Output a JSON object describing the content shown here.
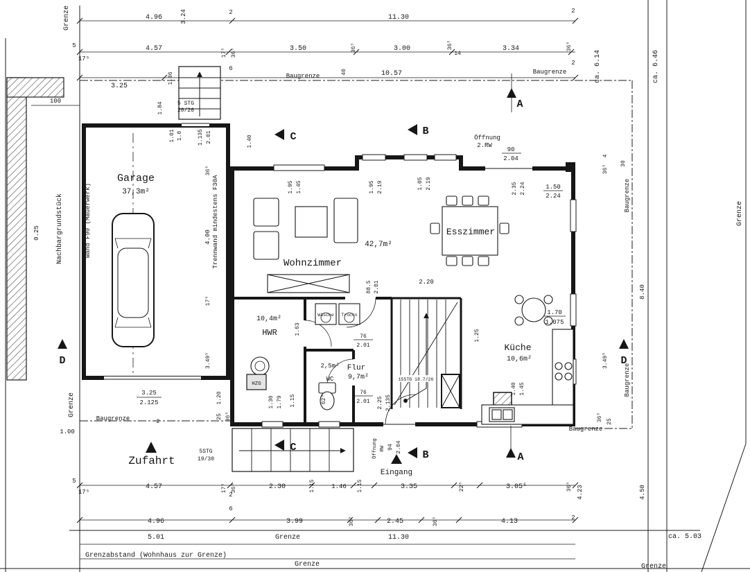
{
  "site": {
    "grenze": "Grenze",
    "baugrenze": "Baugrenze",
    "nachbargrundstueck": "Nachbargrundstück",
    "zufahrt": "Zufahrt",
    "eingang": "Eingang",
    "grenzabstand": "Grenzabstand (Wohnhaus zur Grenze)",
    "ca_6_14": "ca. 6.14",
    "ca_6_46": "ca. 6.46",
    "ca_5_03": "ca. 5.03"
  },
  "rooms": {
    "garage": {
      "name": "Garage",
      "area": "37,3m²"
    },
    "wohnzimmer": {
      "name": "Wohnzimmer",
      "area": "42,7m²"
    },
    "esszimmer": {
      "name": "Esszimmer"
    },
    "kueche": {
      "name": "Küche",
      "area": "10,6m²"
    },
    "hwr": {
      "name": "HWR",
      "area": "10,4m²"
    },
    "flur": {
      "name": "Flur",
      "area": "9,7m²"
    },
    "wc": {
      "name": "WC",
      "area": "2,5m²"
    }
  },
  "walls": {
    "wand_f90": "Wand F90 (Mauerwerk)",
    "trennwand": "Trennwand mindestens F30A"
  },
  "stairs": {
    "garage1": "5 STG",
    "garage2": "20/26",
    "zufahrt1": "5STG",
    "zufahrt2": "19/30",
    "innen": "15STG 18.7/26"
  },
  "openings": {
    "oeffnung": "Öffnung",
    "rw2": "2.RW",
    "w": "90",
    "h": "2.04",
    "rw": "RW"
  },
  "equipment": {
    "waesche": "Wäsche",
    "trockner": "Trockn",
    "hzg": "HZG"
  },
  "sections": {
    "a": "A",
    "b": "B",
    "c": "C",
    "d": "D"
  },
  "dims": {
    "top1": [
      "4.96",
      "3.24",
      "2",
      "11.30",
      "2"
    ],
    "top2": [
      "5",
      "17⁵",
      "4.57",
      "17⁵",
      "36⁵",
      "6",
      "3.50",
      "36⁵",
      "40",
      "3.00",
      "36⁵",
      "14",
      "3.34",
      "36⁵",
      "2"
    ],
    "top3": [
      "3.25",
      "10.57"
    ],
    "left": [
      "100",
      "1.84",
      "1.06",
      "1.01",
      "1.0",
      "1.135",
      "2.01",
      "1.40",
      "0.25",
      "3.25",
      "2.125",
      "1.00",
      "1.20",
      "25",
      "36⁵",
      "2"
    ],
    "garage": [
      "36⁵",
      "4.00",
      "17⁵",
      "3.49⁵"
    ],
    "right": [
      "4",
      "36⁵",
      "30",
      "8.40",
      "3.49⁵",
      "36⁵",
      "25",
      "4.23",
      "4.50"
    ],
    "inner_top": [
      "1.95",
      "1.45",
      "1.95",
      "2.19",
      "1.05",
      "2.19",
      "2.35",
      "2.24",
      "1.50",
      "2.24"
    ],
    "inner_mid": [
      "2.20",
      "88.5",
      "2.01",
      "76",
      "2.01",
      "1.63",
      "1.25"
    ],
    "inner_bottom": [
      "76",
      "2.01",
      "2.25",
      "2.135",
      "94",
      "2.04",
      "1.30",
      "1.79",
      "1.15",
      "62⁵",
      "1.40",
      "1.45",
      "1.70",
      "1.075"
    ],
    "bottom1": [
      "5",
      "17⁵",
      "4.57",
      "17⁵",
      "36⁵",
      "2.30",
      "1.15",
      "1.46",
      "1.15",
      "3.35",
      "22⁵",
      "3.05⁵",
      "36⁵"
    ],
    "bottom2": [
      "2",
      "6",
      "4.96",
      "3.99",
      "36⁵",
      "2.45",
      "36⁵",
      "4.13",
      "2"
    ],
    "bottom3": [
      "5.01",
      "11.30"
    ]
  }
}
